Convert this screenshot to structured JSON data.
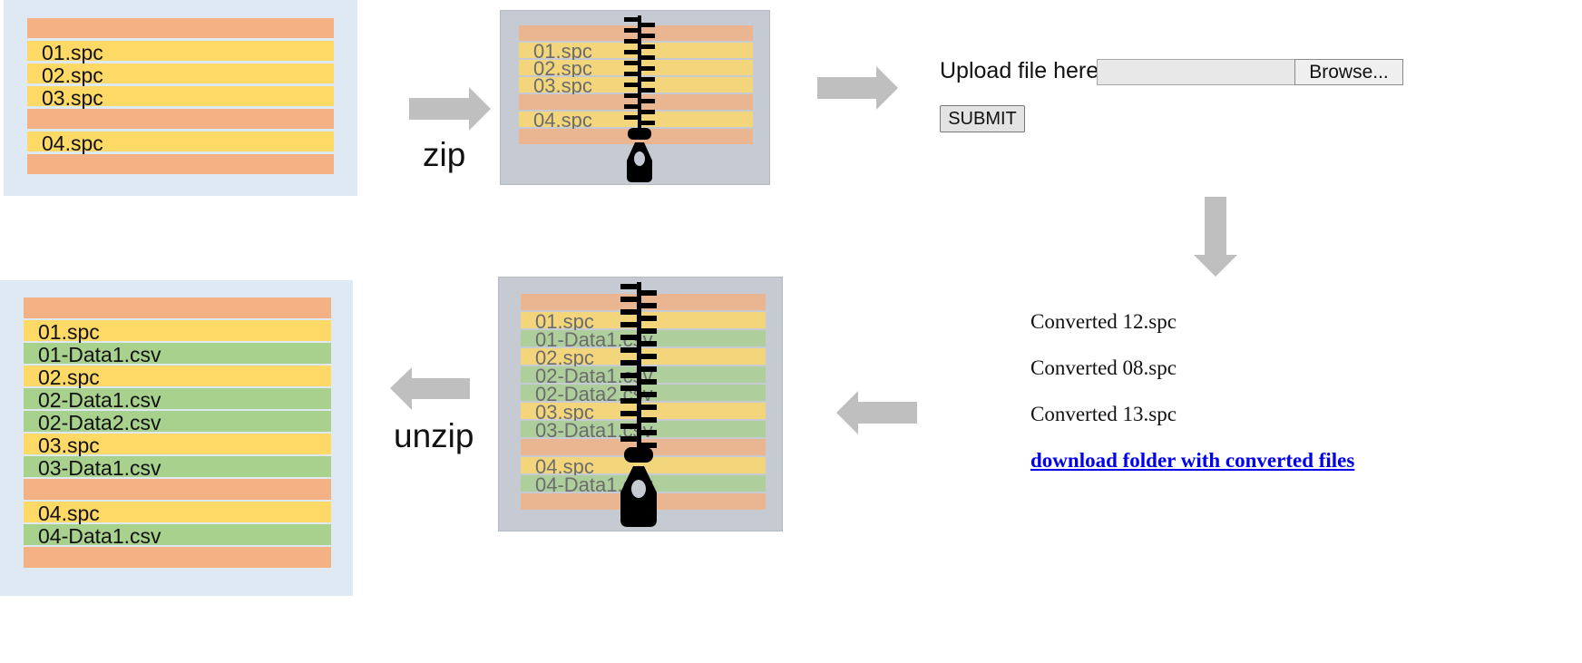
{
  "colors": {
    "panel_bg": "#dfe9f4",
    "zip_bg": "#c6cbd3",
    "folder_row": "#f4b183",
    "spc_row": "#ffd966",
    "csv_row": "#a9d18e",
    "arrow": "#bfbfbf",
    "link": "#0000ee"
  },
  "input_folder": {
    "rows": [
      {
        "kind": "folder",
        "label": ""
      },
      {
        "kind": "spc",
        "label": "01.spc"
      },
      {
        "kind": "spc",
        "label": "02.spc"
      },
      {
        "kind": "spc",
        "label": "03.spc"
      },
      {
        "kind": "folder",
        "label": ""
      },
      {
        "kind": "spc",
        "label": "04.spc"
      },
      {
        "kind": "folder",
        "label": ""
      }
    ]
  },
  "zip_step": {
    "label": "zip",
    "rows": [
      {
        "kind": "folder",
        "label": ""
      },
      {
        "kind": "spc",
        "label": "01.spc"
      },
      {
        "kind": "spc",
        "label": "02.spc"
      },
      {
        "kind": "spc",
        "label": "03.spc"
      },
      {
        "kind": "folder",
        "label": ""
      },
      {
        "kind": "spc",
        "label": "04.spc"
      },
      {
        "kind": "folder",
        "label": ""
      }
    ]
  },
  "upload_form": {
    "label": "Upload file here:",
    "file_value": "",
    "browse_label": "Browse...",
    "submit_label": "SUBMIT"
  },
  "results": {
    "lines": [
      "Converted 12.spc",
      "Converted 08.spc",
      "Converted 13.spc"
    ],
    "download_link": "download folder with converted files"
  },
  "converted_zip": {
    "rows": [
      {
        "kind": "folder",
        "label": ""
      },
      {
        "kind": "spc",
        "label": "01.spc"
      },
      {
        "kind": "csv",
        "label": "01-Data1.csv"
      },
      {
        "kind": "spc",
        "label": "02.spc"
      },
      {
        "kind": "csv",
        "label": "02-Data1.csv"
      },
      {
        "kind": "csv",
        "label": "02-Data2.csv"
      },
      {
        "kind": "spc",
        "label": "03.spc"
      },
      {
        "kind": "csv",
        "label": "03-Data1.csv"
      },
      {
        "kind": "folder",
        "label": ""
      },
      {
        "kind": "spc",
        "label": "04.spc"
      },
      {
        "kind": "csv",
        "label": "04-Data1.csv"
      },
      {
        "kind": "folder",
        "label": ""
      }
    ]
  },
  "unzip_step": {
    "label": "unzip"
  },
  "output_folder": {
    "rows": [
      {
        "kind": "folder",
        "label": ""
      },
      {
        "kind": "spc",
        "label": "01.spc"
      },
      {
        "kind": "csv",
        "label": "01-Data1.csv"
      },
      {
        "kind": "spc",
        "label": "02.spc"
      },
      {
        "kind": "csv",
        "label": "02-Data1.csv"
      },
      {
        "kind": "csv",
        "label": "02-Data2.csv"
      },
      {
        "kind": "spc",
        "label": "03.spc"
      },
      {
        "kind": "csv",
        "label": "03-Data1.csv"
      },
      {
        "kind": "folder",
        "label": ""
      },
      {
        "kind": "spc",
        "label": "04.spc"
      },
      {
        "kind": "csv",
        "label": "04-Data1.csv"
      },
      {
        "kind": "folder",
        "label": ""
      }
    ]
  }
}
